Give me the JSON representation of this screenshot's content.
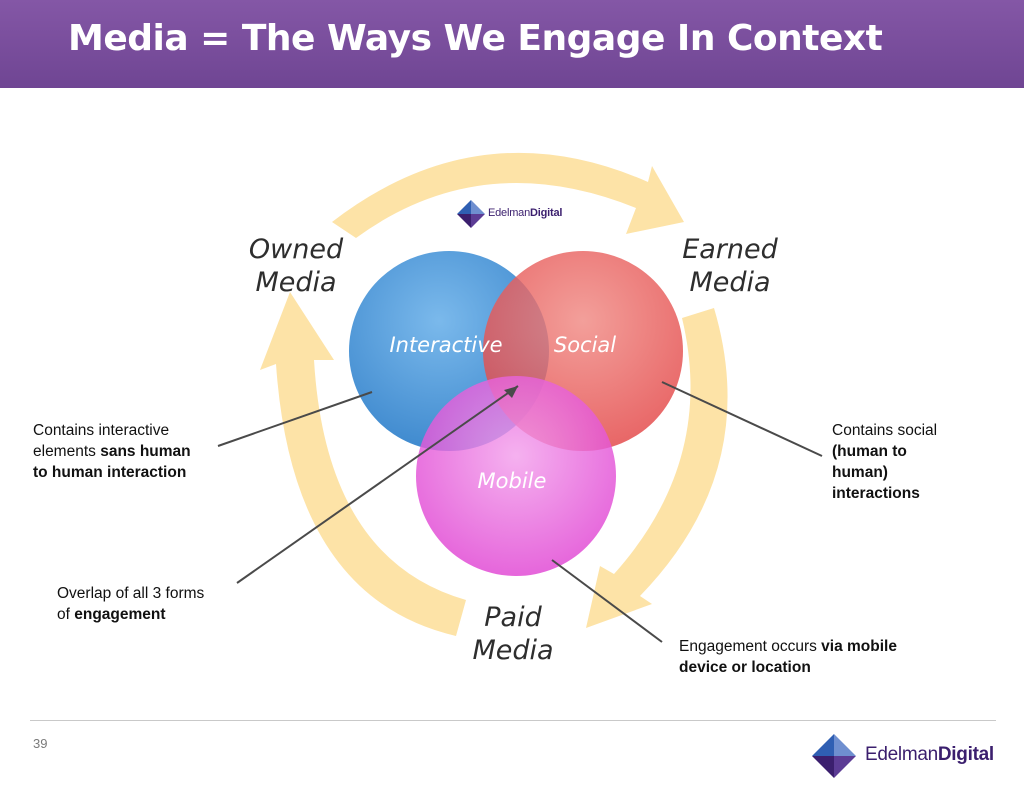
{
  "header": {
    "title": "Media = The Ways We Engage In Context"
  },
  "cycle_labels": {
    "owned": [
      "Owned",
      "Media"
    ],
    "earned": [
      "Earned",
      "Media"
    ],
    "paid": [
      "Paid",
      "Media"
    ]
  },
  "venn": {
    "interactive": "Interactive",
    "social": "Social",
    "mobile": "Mobile"
  },
  "notes": {
    "interactive": {
      "line1": "Contains interactive",
      "line2a": "elements ",
      "line2b": "sans human",
      "line3": "to human interaction"
    },
    "social": {
      "line1": "Contains social",
      "line2": "(human to",
      "line3": "human)",
      "line4": "interactions"
    },
    "overlap": {
      "line1": "Overlap of all 3 forms",
      "line2a": "of ",
      "line2b": "engagement"
    },
    "mobile": {
      "line1a": "Engagement occurs ",
      "line1b": "via mobile",
      "line2": "device or location"
    }
  },
  "footer": {
    "page_number": "39"
  },
  "logo": {
    "part1": "Edelman",
    "part2": "Digital"
  },
  "colors": {
    "header": "#7b4f9e",
    "arrow": "#fde3a7",
    "interactive_circle": "#3d8fd6",
    "social_circle": "#e9504f",
    "mobile_circle": "#e24fd3",
    "logo_purple": "#3b1f6e",
    "logo_blue": "#2f5fb3"
  }
}
